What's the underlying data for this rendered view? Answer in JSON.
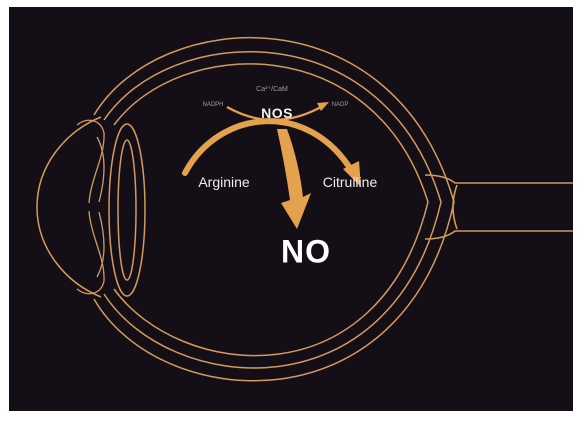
{
  "diagram": {
    "cofactor": "Ca²⁺/CaM",
    "nadph": "NADPH",
    "nadp": "NADP",
    "enzyme": "NOS",
    "substrate": "Arginine",
    "byproduct": "Citrulline",
    "product": "NO"
  },
  "colors": {
    "background": "#140f16",
    "eye_outline": "#d49a5c",
    "arrow": "#e4a24e",
    "text": "#ececec"
  }
}
